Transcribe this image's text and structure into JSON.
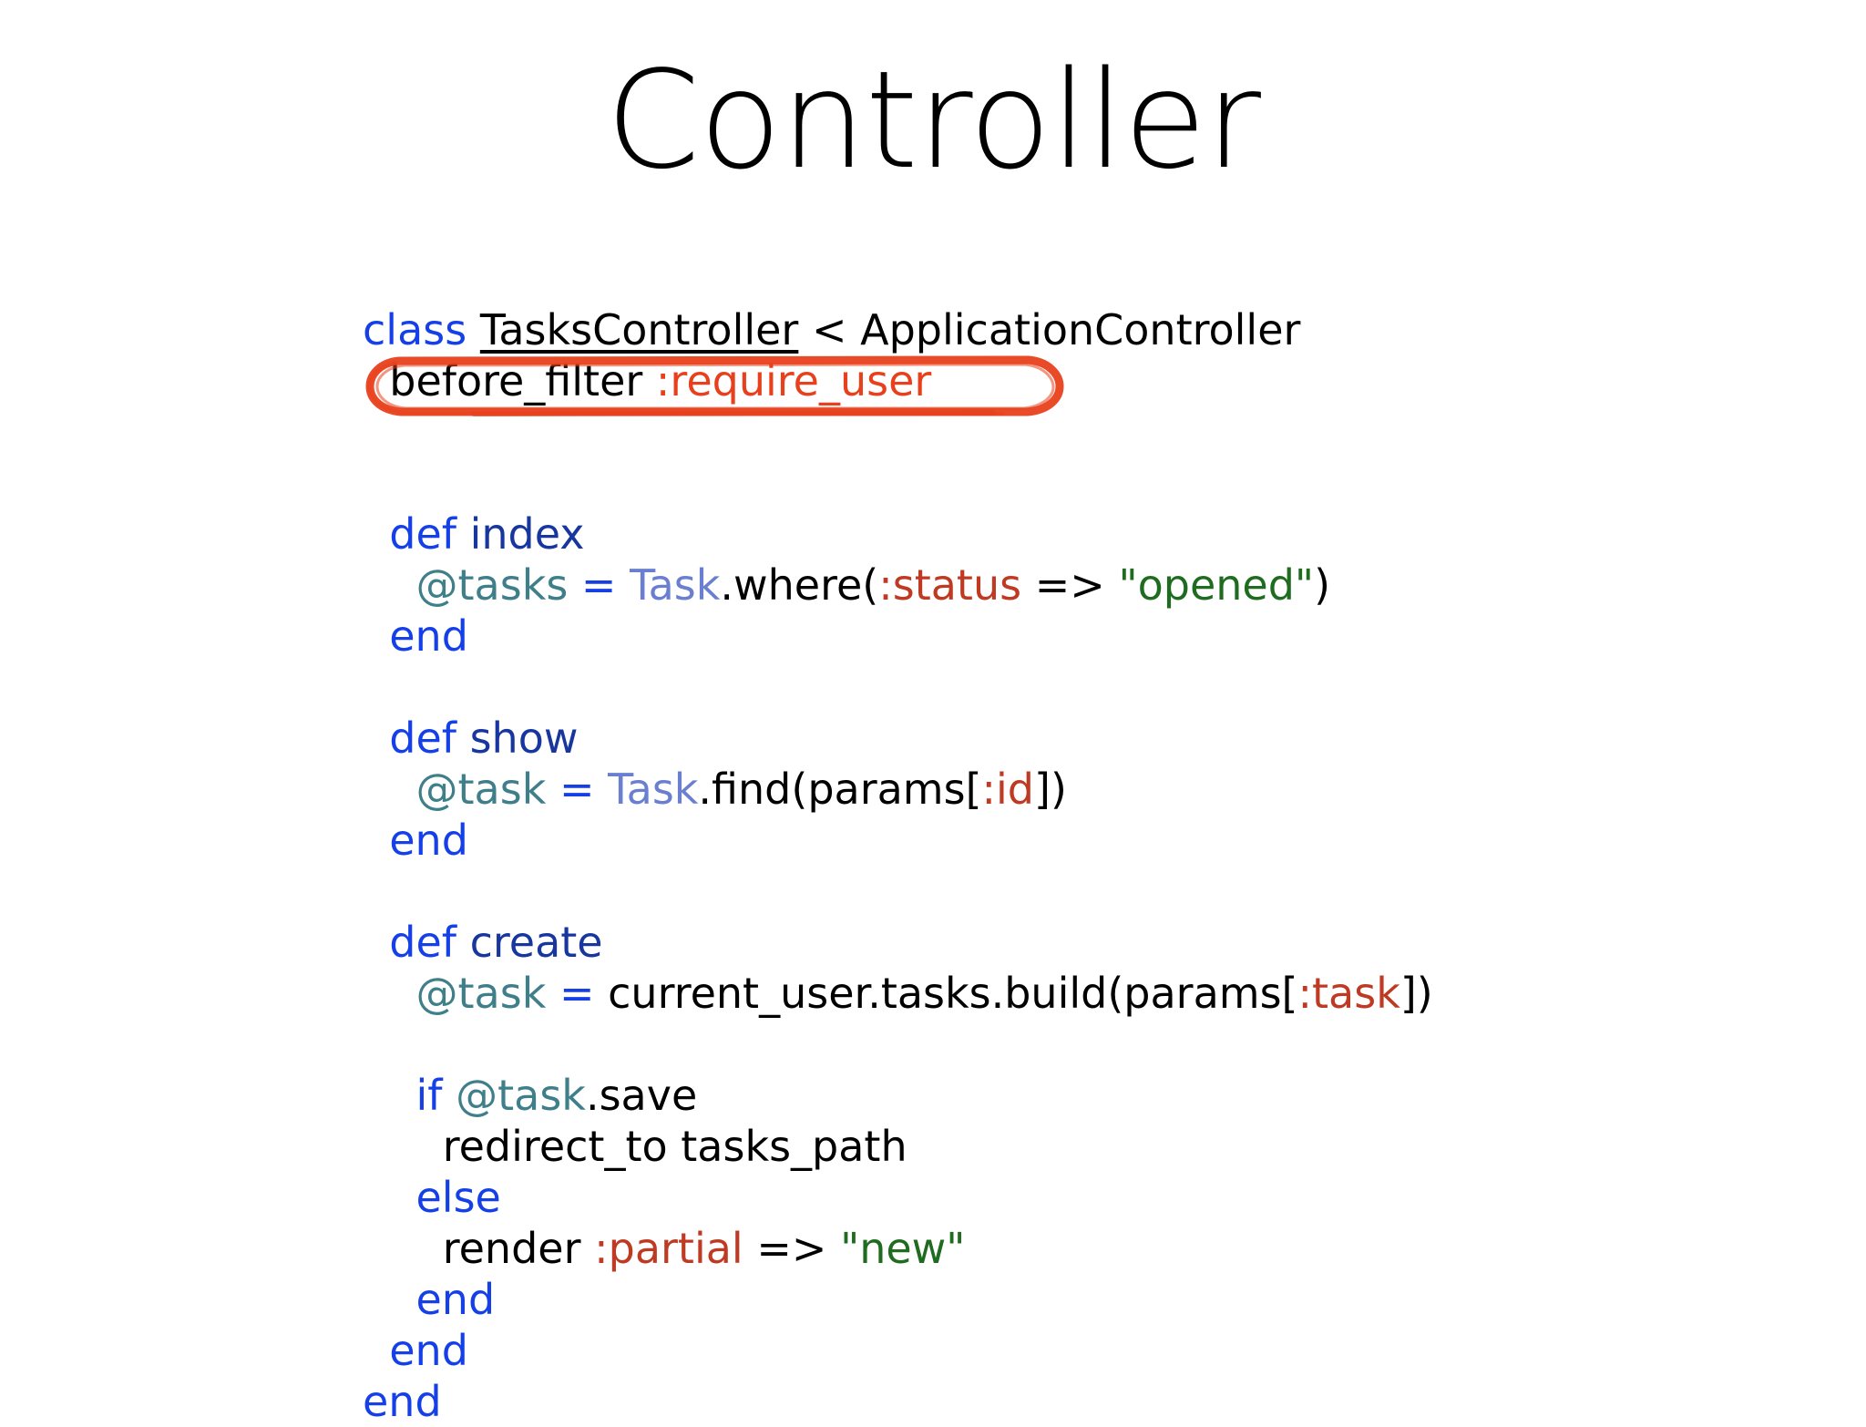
{
  "slide": {
    "background_color": "#ffffff",
    "title": "Controller"
  },
  "annotation": {
    "shape": "hand-drawn-oval",
    "color": "#E8401C",
    "target_text": "before_filter :require_user"
  },
  "palette": {
    "keyword_blue": "#1540E8",
    "method_navy": "#17369E",
    "instance_var_teal": "#3E7F8A",
    "constant_periwinkle": "#6B7FD0",
    "symbol_red": "#BF3A23",
    "symbol_orange": "#E8401C",
    "string_green": "#1F6B1F",
    "plain_black": "#000000",
    "annotation_red": "#E8401C"
  },
  "code": {
    "language": "ruby",
    "lines": [
      {
        "id": "l01",
        "indent": 0,
        "tokens": [
          {
            "t": "class",
            "c": "kw"
          },
          {
            "t": " ",
            "c": "plain"
          },
          {
            "t": "TasksController",
            "c": "cname"
          },
          {
            "t": " < ApplicationController",
            "c": "plain"
          }
        ]
      },
      {
        "id": "l02",
        "indent": 1,
        "tokens": [
          {
            "t": "before_filter ",
            "c": "plain"
          },
          {
            "t": ":require_user",
            "c": "sym2"
          }
        ]
      },
      {
        "id": "l03",
        "indent": 0,
        "tokens": []
      },
      {
        "id": "l04",
        "indent": 0,
        "tokens": []
      },
      {
        "id": "l05",
        "indent": 1,
        "tokens": [
          {
            "t": "def",
            "c": "kw"
          },
          {
            "t": " ",
            "c": "plain"
          },
          {
            "t": "index",
            "c": "kwdark"
          }
        ]
      },
      {
        "id": "l06",
        "indent": 2,
        "tokens": [
          {
            "t": "@tasks",
            "c": "ivar"
          },
          {
            "t": " ",
            "c": "plain"
          },
          {
            "t": "=",
            "c": "op"
          },
          {
            "t": " ",
            "c": "plain"
          },
          {
            "t": "Task",
            "c": "const"
          },
          {
            "t": ".where(",
            "c": "plain"
          },
          {
            "t": ":status",
            "c": "sym"
          },
          {
            "t": " ",
            "c": "plain"
          },
          {
            "t": "=>",
            "c": "opk"
          },
          {
            "t": " ",
            "c": "plain"
          },
          {
            "t": "\"opened\"",
            "c": "str"
          },
          {
            "t": ")",
            "c": "plain"
          }
        ]
      },
      {
        "id": "l07",
        "indent": 1,
        "tokens": [
          {
            "t": "end",
            "c": "kw"
          }
        ]
      },
      {
        "id": "l08",
        "indent": 0,
        "tokens": []
      },
      {
        "id": "l09",
        "indent": 1,
        "tokens": [
          {
            "t": "def",
            "c": "kw"
          },
          {
            "t": " ",
            "c": "plain"
          },
          {
            "t": "show",
            "c": "kwdark"
          }
        ]
      },
      {
        "id": "l10",
        "indent": 2,
        "tokens": [
          {
            "t": "@task",
            "c": "ivar"
          },
          {
            "t": " ",
            "c": "plain"
          },
          {
            "t": "=",
            "c": "op"
          },
          {
            "t": " ",
            "c": "plain"
          },
          {
            "t": "Task",
            "c": "const"
          },
          {
            "t": ".find(params[",
            "c": "plain"
          },
          {
            "t": ":id",
            "c": "sym"
          },
          {
            "t": "])",
            "c": "plain"
          }
        ]
      },
      {
        "id": "l11",
        "indent": 1,
        "tokens": [
          {
            "t": "end",
            "c": "kw"
          }
        ]
      },
      {
        "id": "l12",
        "indent": 0,
        "tokens": []
      },
      {
        "id": "l13",
        "indent": 1,
        "tokens": [
          {
            "t": "def",
            "c": "kw"
          },
          {
            "t": " ",
            "c": "plain"
          },
          {
            "t": "create",
            "c": "kwdark"
          }
        ]
      },
      {
        "id": "l14",
        "indent": 2,
        "tokens": [
          {
            "t": "@task",
            "c": "ivar"
          },
          {
            "t": " ",
            "c": "plain"
          },
          {
            "t": "=",
            "c": "op"
          },
          {
            "t": " ",
            "c": "plain"
          },
          {
            "t": "current_user.tasks.build(params[",
            "c": "plain"
          },
          {
            "t": ":task",
            "c": "sym"
          },
          {
            "t": "])",
            "c": "plain"
          }
        ]
      },
      {
        "id": "l15",
        "indent": 0,
        "tokens": []
      },
      {
        "id": "l16",
        "indent": 2,
        "tokens": [
          {
            "t": "if",
            "c": "kw"
          },
          {
            "t": " ",
            "c": "plain"
          },
          {
            "t": "@task",
            "c": "ivar"
          },
          {
            "t": ".save",
            "c": "plain"
          }
        ]
      },
      {
        "id": "l17",
        "indent": 3,
        "tokens": [
          {
            "t": "redirect_to tasks_path",
            "c": "plain"
          }
        ]
      },
      {
        "id": "l18",
        "indent": 2,
        "tokens": [
          {
            "t": "else",
            "c": "kw"
          }
        ]
      },
      {
        "id": "l19",
        "indent": 3,
        "tokens": [
          {
            "t": "render ",
            "c": "plain"
          },
          {
            "t": ":partial",
            "c": "sym"
          },
          {
            "t": " ",
            "c": "plain"
          },
          {
            "t": "=>",
            "c": "opk"
          },
          {
            "t": " ",
            "c": "plain"
          },
          {
            "t": "\"new\"",
            "c": "str"
          }
        ]
      },
      {
        "id": "l20",
        "indent": 2,
        "tokens": [
          {
            "t": "end",
            "c": "kw"
          }
        ]
      },
      {
        "id": "l21",
        "indent": 1,
        "tokens": [
          {
            "t": "end",
            "c": "kw"
          }
        ]
      },
      {
        "id": "l22",
        "indent": 0,
        "tokens": [
          {
            "t": "end",
            "c": "kw"
          }
        ]
      }
    ]
  }
}
